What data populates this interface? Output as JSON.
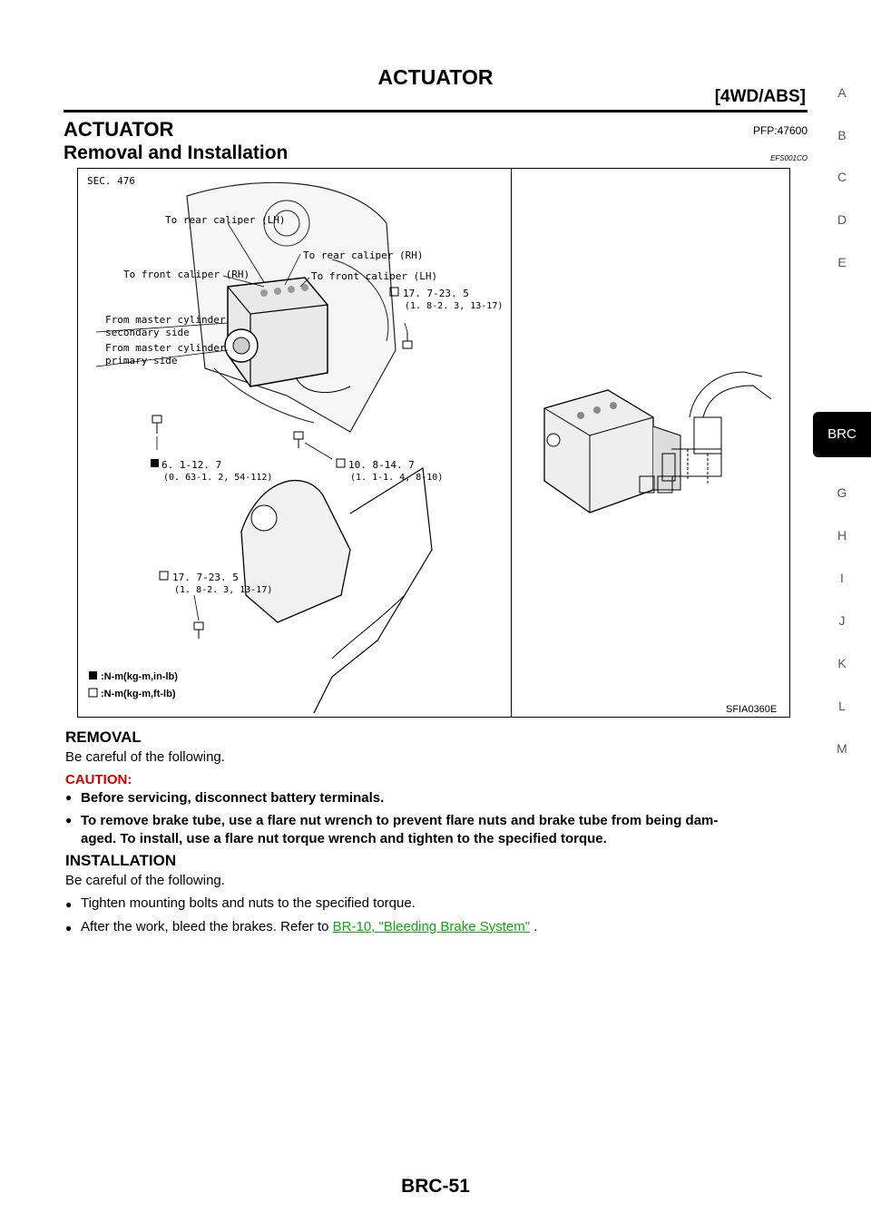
{
  "header": {
    "title": "ACTUATOR",
    "subtitle": "[4WD/ABS]"
  },
  "section": {
    "title": "ACTUATOR",
    "pfp": "PFP:47600"
  },
  "subsection": {
    "title": "Removal and Installation",
    "code": "EFS001CO"
  },
  "figure": {
    "sec": "SEC. 476",
    "labels": {
      "rear_lh": "To rear caliper (LH)",
      "rear_rh": "To rear caliper (RH)",
      "front_rh": "To front caliper (RH)",
      "front_lh": "To front caliper (LH)",
      "master_sec_1": "From master cylinder",
      "master_sec_2": "secondary side",
      "master_pri_1": "From master cylinder",
      "master_pri_2": "primary side",
      "torque_a1": "17. 7-23. 5",
      "torque_a2": "(1. 8-2. 3, 13-17)",
      "torque_b1": "6. 1-12. 7",
      "torque_b2": "(0. 63-1. 2, 54-112)",
      "torque_c1": "10. 8-14. 7",
      "torque_c2": "(1. 1-1. 4, 8-10)",
      "torque_d1": "17. 7-23. 5",
      "torque_d2": "(1. 8-2. 3, 13-17)",
      "legend_inlb": ":N-m(kg-m,in-lb)",
      "legend_ftlb": ":N-m(kg-m,ft-lb)"
    },
    "code": "SFIA0360E"
  },
  "removal": {
    "heading": "REMOVAL",
    "intro": "Be careful of the following.",
    "caution": "CAUTION:",
    "items": [
      "Before servicing, disconnect battery terminals.",
      "To remove brake tube, use a flare nut wrench to prevent flare nuts and brake tube from being dam-",
      "aged. To install, use a flare nut torque wrench and tighten to the specified torque."
    ]
  },
  "installation": {
    "heading": "INSTALLATION",
    "intro": "Be careful of the following.",
    "item1": "Tighten mounting bolts and nuts to the specified torque.",
    "item2_text": "After the work, bleed the brakes. Refer to ",
    "item2_link": "BR-10, \"Bleeding Brake System\"",
    "item2_end": " ."
  },
  "sidebar": {
    "letters": [
      "A",
      "B",
      "C",
      "D",
      "E",
      "G",
      "H",
      "I",
      "J",
      "K",
      "L",
      "M"
    ],
    "active": "BRC"
  },
  "footer": {
    "page": "BRC-51"
  }
}
